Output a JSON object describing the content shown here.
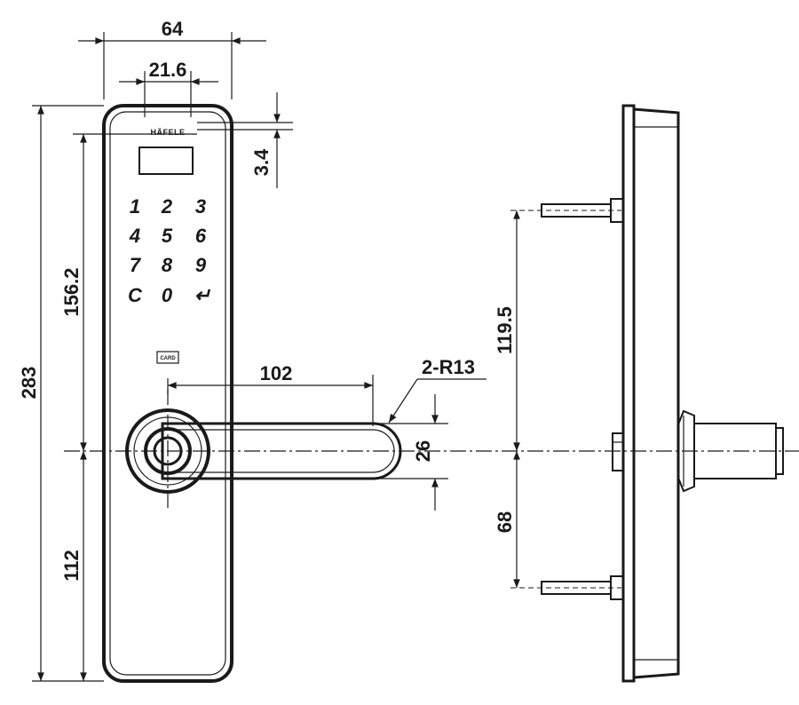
{
  "front_view": {
    "brand": "HÄFELE",
    "card_label": "CARD",
    "keypad": [
      "1",
      "2",
      "3",
      "4",
      "5",
      "6",
      "7",
      "8",
      "9",
      "C",
      "0",
      "↵"
    ]
  },
  "dimensions": {
    "overall_width": "64",
    "display_width": "21.6",
    "top_offset": "3.4",
    "overall_height": "283",
    "upper_height": "156.2",
    "lower_height": "112",
    "handle_length": "102",
    "handle_radius": "2-R13",
    "handle_width": "26",
    "upper_fixing": "119.5",
    "lower_fixing": "68"
  }
}
